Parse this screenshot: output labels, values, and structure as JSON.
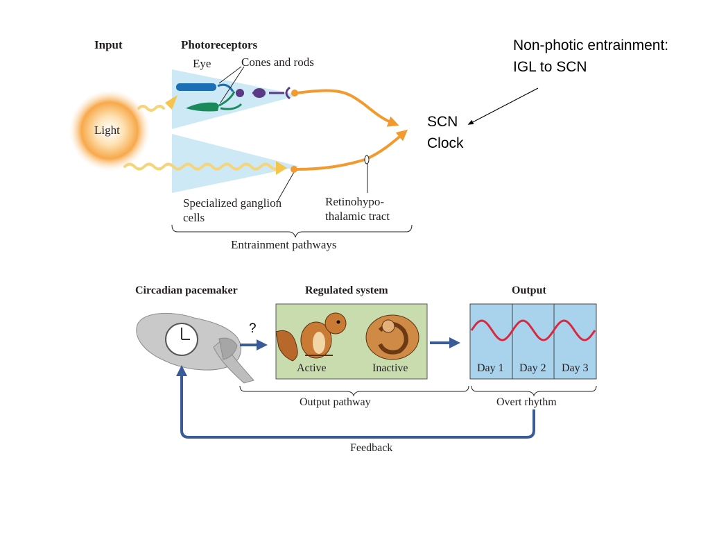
{
  "top": {
    "input": "Input",
    "photoreceptors": "Photoreceptors",
    "eye": "Eye",
    "cones_rods": "Cones and rods",
    "light": "Light",
    "ganglion": [
      "Specialized ganglion",
      "cells"
    ],
    "tract": [
      "Retinohypo-",
      "thalamic tract"
    ],
    "entrainment": "Entrainment pathways"
  },
  "annotations": {
    "nonphotic": [
      "Non-photic entrainment:",
      "IGL to SCN"
    ],
    "scn": [
      "SCN",
      "Clock"
    ]
  },
  "bottom": {
    "pacemaker": "Circadian pacemaker",
    "regulated": "Regulated system",
    "output": "Output",
    "question": "?",
    "active": "Active",
    "inactive": "Inactive",
    "days": [
      "Day 1",
      "Day 2",
      "Day 3"
    ],
    "output_pathway": "Output pathway",
    "overt_rhythm": "Overt rhythm",
    "feedback": "Feedback"
  },
  "colors": {
    "orange": "#f29a2e",
    "blue_arrow": "#3a5b97",
    "light_blue": "#cde9f6",
    "panel_green": "#c8dcae",
    "output_blue": "#a9d3ed",
    "wave_red": "#d8283f",
    "purple": "#5a3a84"
  }
}
